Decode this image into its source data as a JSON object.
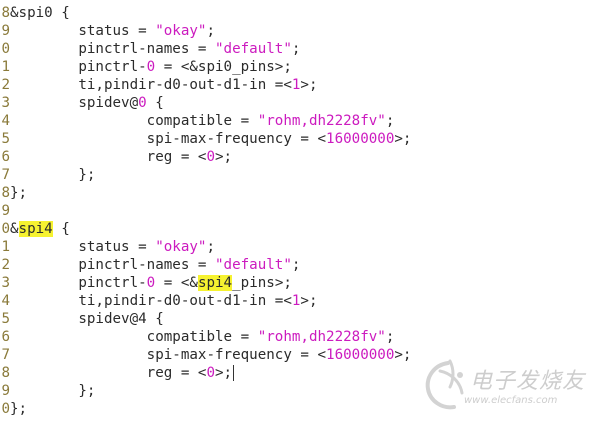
{
  "editor": {
    "lines": [
      {
        "num": "8",
        "parts": [
          [
            "t",
            "&spi0 {"
          ]
        ]
      },
      {
        "num": "9",
        "parts": [
          [
            "t",
            "        status = "
          ],
          [
            "s",
            "\"okay\""
          ],
          [
            "t",
            ";"
          ]
        ]
      },
      {
        "num": "0",
        "parts": [
          [
            "t",
            "        pinctrl-names = "
          ],
          [
            "s",
            "\"default\""
          ],
          [
            "t",
            ";"
          ]
        ]
      },
      {
        "num": "1",
        "parts": [
          [
            "t",
            "        pinctrl-"
          ],
          [
            "n",
            "0"
          ],
          [
            "t",
            " = <&spi0_pins>;"
          ]
        ]
      },
      {
        "num": "2",
        "parts": [
          [
            "t",
            "        ti,pindir-d0-out-d1-in =<"
          ],
          [
            "n",
            "1"
          ],
          [
            "t",
            ">;"
          ]
        ]
      },
      {
        "num": "3",
        "parts": [
          [
            "t",
            "        spidev@"
          ],
          [
            "n",
            "0"
          ],
          [
            "t",
            " {"
          ]
        ]
      },
      {
        "num": "4",
        "parts": [
          [
            "t",
            "                compatible = "
          ],
          [
            "s",
            "\"rohm,dh2228fv\""
          ],
          [
            "t",
            ";"
          ]
        ]
      },
      {
        "num": "5",
        "parts": [
          [
            "t",
            "                spi-max-frequency = <"
          ],
          [
            "n",
            "16000000"
          ],
          [
            "t",
            ">;"
          ]
        ]
      },
      {
        "num": "6",
        "parts": [
          [
            "t",
            "                reg = <"
          ],
          [
            "n",
            "0"
          ],
          [
            "t",
            ">;"
          ]
        ]
      },
      {
        "num": "7",
        "parts": [
          [
            "t",
            "        };"
          ]
        ]
      },
      {
        "num": "8",
        "parts": [
          [
            "t",
            "};"
          ]
        ]
      },
      {
        "num": "9",
        "parts": [
          [
            "t",
            ""
          ]
        ]
      },
      {
        "num": "0",
        "parts": [
          [
            "t",
            "&"
          ],
          [
            "h",
            "spi4"
          ],
          [
            "t",
            " {"
          ]
        ]
      },
      {
        "num": "1",
        "parts": [
          [
            "t",
            "        status = "
          ],
          [
            "s",
            "\"okay\""
          ],
          [
            "t",
            ";"
          ]
        ]
      },
      {
        "num": "2",
        "parts": [
          [
            "t",
            "        pinctrl-names = "
          ],
          [
            "s",
            "\"default\""
          ],
          [
            "t",
            ";"
          ]
        ]
      },
      {
        "num": "3",
        "parts": [
          [
            "t",
            "        pinctrl-"
          ],
          [
            "n",
            "0"
          ],
          [
            "t",
            " = <&"
          ],
          [
            "h",
            "spi4"
          ],
          [
            "t",
            "_pins>;"
          ]
        ]
      },
      {
        "num": "4",
        "parts": [
          [
            "t",
            "        ti,pindir-d0-out-d1-in =<"
          ],
          [
            "n",
            "1"
          ],
          [
            "t",
            ">;"
          ]
        ]
      },
      {
        "num": "5",
        "parts": [
          [
            "t",
            "        spidev@4 {"
          ]
        ]
      },
      {
        "num": "6",
        "parts": [
          [
            "t",
            "                compatible = "
          ],
          [
            "s",
            "\"rohm,dh2228fv\""
          ],
          [
            "t",
            ";"
          ]
        ]
      },
      {
        "num": "7",
        "parts": [
          [
            "t",
            "                spi-max-frequency = <"
          ],
          [
            "n",
            "16000000"
          ],
          [
            "t",
            ">;"
          ]
        ]
      },
      {
        "num": "8",
        "parts": [
          [
            "t",
            "                reg = <"
          ],
          [
            "n",
            "0"
          ],
          [
            "t",
            ">;"
          ],
          [
            "c",
            ""
          ]
        ]
      },
      {
        "num": "9",
        "parts": [
          [
            "t",
            "        };"
          ]
        ]
      },
      {
        "num": "0",
        "parts": [
          [
            "t",
            "};"
          ]
        ]
      }
    ]
  },
  "watermark": {
    "brand_cn": "电子发烧友",
    "url": "www.elecfans.com"
  },
  "colors": {
    "string": "#cc1bbf",
    "number": "#cc1bbf",
    "highlight": "#f6f230",
    "text": "#2b2b2b",
    "gutter": "#8a7a3a"
  }
}
